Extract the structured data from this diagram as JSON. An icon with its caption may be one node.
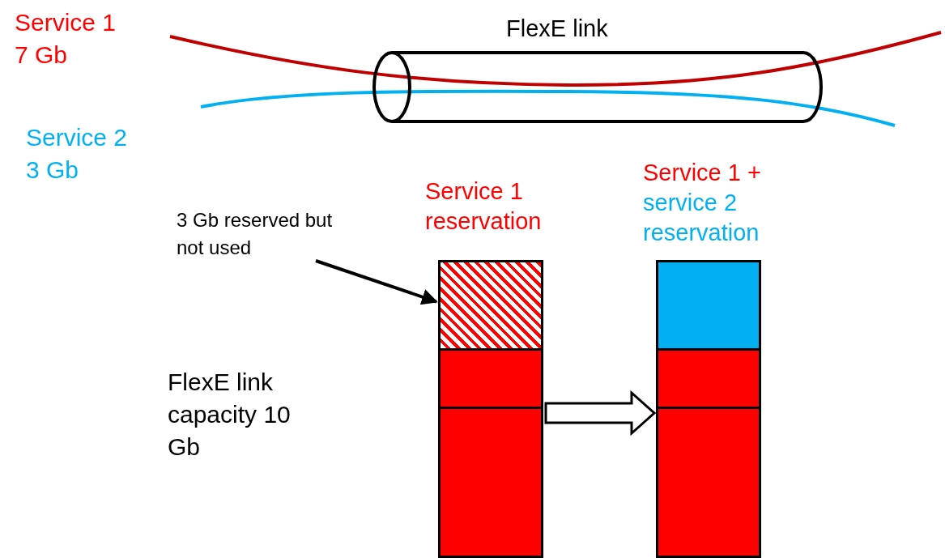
{
  "diagram": {
    "nodes": [
      {
        "text": [
          "FlexE link"
        ]
      },
      {
        "text": [
          "Service 1 reservation"
        ]
      },
      {
        "text": [],
        "shape": "box",
        "in": 1
      },
      {
        "text": [],
        "shape": "box",
        "in": 1
      },
      {
        "text": [],
        "shape": "box",
        "in": 1
      },
      {
        "text": [
          "Service 1 +",
          "service 2 reservation"
        ]
      },
      {
        "text": [],
        "shape": "box",
        "in": 5
      },
      {
        "text": [],
        "shape": "box",
        "in": 5
      },
      {
        "text": [],
        "shape": "box",
        "in": 5
      },
      {
        "text": [
          "3 Gb reserved but not used"
        ]
      }
    ],
    "edges": [
      {
        "from": 9,
        "to": 2,
        "arrow": "to"
      },
      {
        "from": 1,
        "to": 5,
        "arrow": "to"
      }
    ],
    "labels": [
      "Service 1 7 Gb",
      "Service 2 3 Gb",
      "FlexE link capacity 10 Gb"
    ]
  }
}
